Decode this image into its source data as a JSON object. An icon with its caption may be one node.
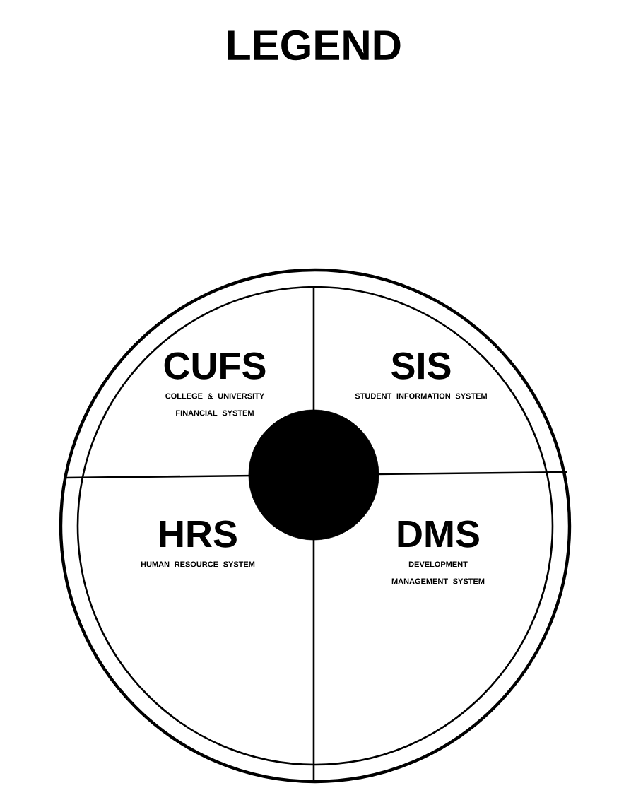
{
  "diagram": {
    "title": "LEGEND",
    "nodes": [
      {
        "text": [],
        "shape": "circle"
      },
      {
        "text": [
          "CUFS",
          "COLLEGE & UNIVERSITY FINANCIAL SYSTEM"
        ],
        "in": 0
      },
      {
        "text": [
          "SIS",
          "STUDENT INFORMATION SYSTEM"
        ],
        "in": 0
      },
      {
        "text": [
          "HRS",
          "HUMAN RESOURCE SYSTEM"
        ],
        "in": 0
      },
      {
        "text": [
          "DMS",
          "DEVELOPMENT MANAGEMENT SYSTEM"
        ],
        "in": 0
      },
      {
        "text": [],
        "shape": "circle",
        "in": 0
      }
    ]
  }
}
